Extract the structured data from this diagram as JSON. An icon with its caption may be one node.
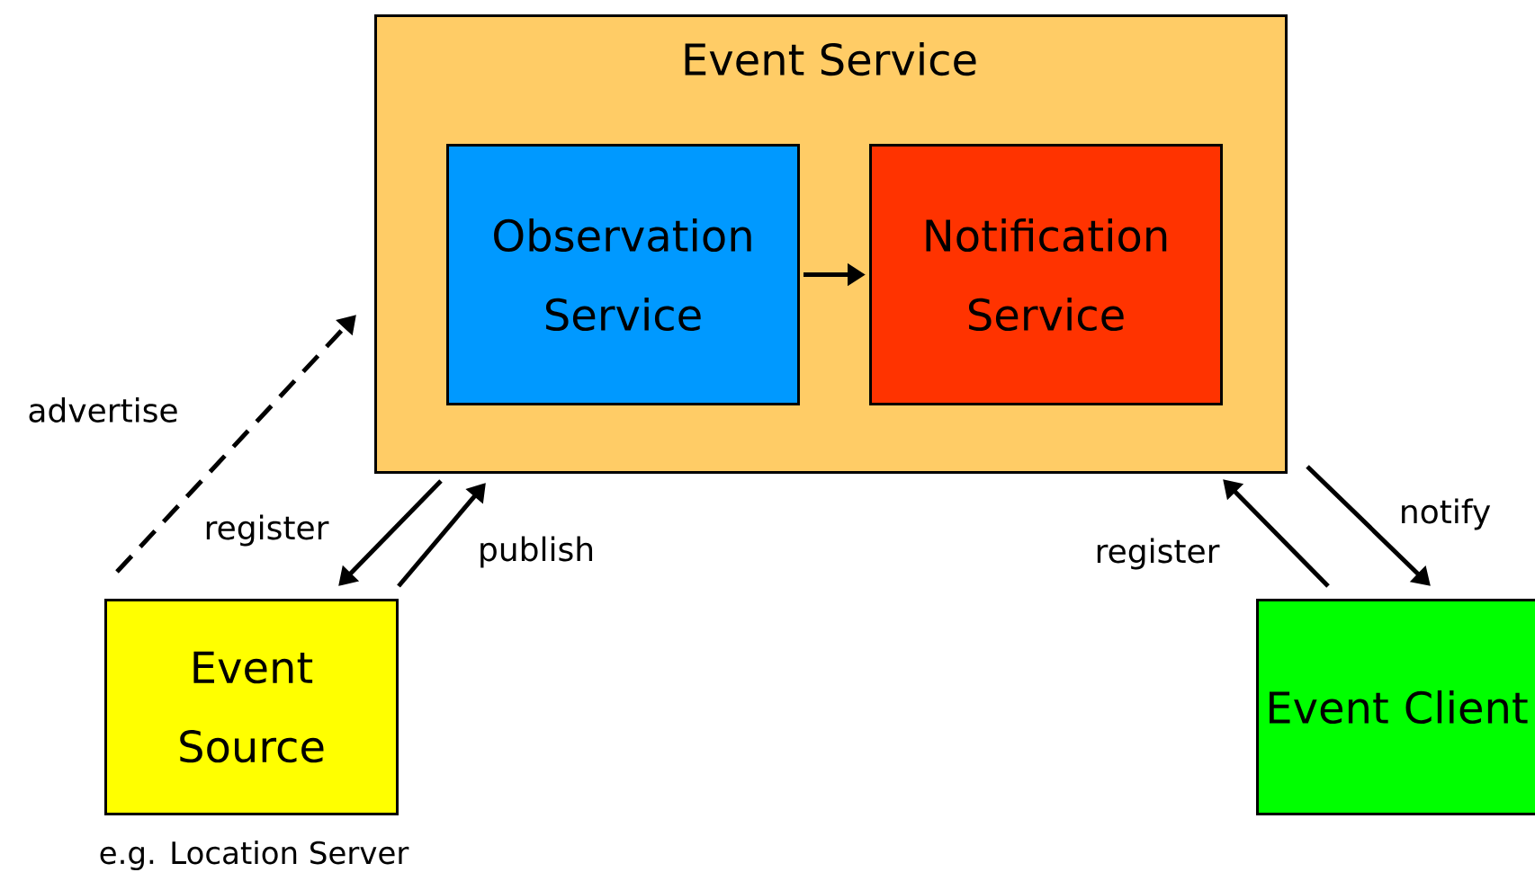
{
  "diagram": {
    "nodes": [
      {
        "text": [
          "Event Service"
        ]
      },
      {
        "text": [
          "Observation Service"
        ],
        "in": 0
      },
      {
        "text": [
          "Notification Service"
        ],
        "in": 0
      },
      {
        "text": [
          "Event Source"
        ],
        "beside": [
          "e.g. Location Server"
        ]
      },
      {
        "text": [
          "Event Client"
        ]
      }
    ],
    "edges": [
      {
        "from": 1,
        "to": 2,
        "arrow": "to"
      },
      {
        "from": 3,
        "to": 0,
        "arrow": "to",
        "style": "dashed",
        "label": "advertise"
      },
      {
        "from": 0,
        "to": 3,
        "arrow": "to",
        "label": "register"
      },
      {
        "from": 3,
        "to": 0,
        "arrow": "to",
        "label": "publish"
      },
      {
        "from": 4,
        "to": 0,
        "arrow": "to",
        "label": "register"
      },
      {
        "from": 0,
        "to": 4,
        "arrow": "to",
        "label": "notify"
      }
    ]
  }
}
